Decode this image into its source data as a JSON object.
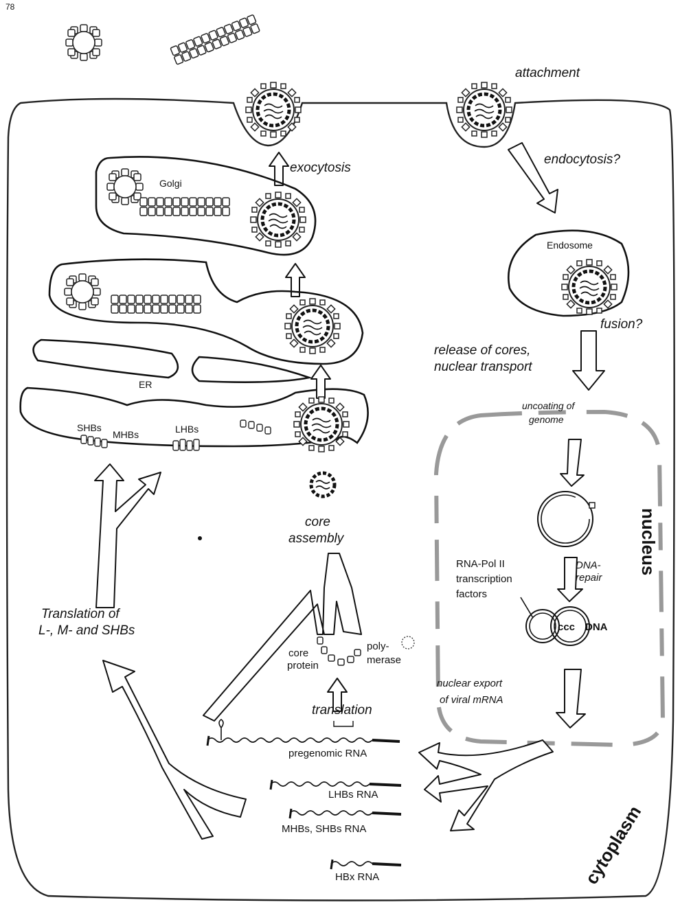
{
  "corner_mark": "78",
  "labels": {
    "attachment": "attachment",
    "exocytosis": "exocytosis",
    "endocytosis": "endocytosis?",
    "golgi": "Golgi",
    "endosome": "Endosome",
    "fusion": "fusion?",
    "release_1": "release of cores,",
    "release_2": "nuclear transport",
    "er": "ER",
    "uncoating_1": "uncoating of",
    "uncoating_2": "genome",
    "shbs": "SHBs",
    "mhbs": "MHBs",
    "lhbs": "LHBs",
    "nucleus": "nucleus",
    "core_assembly_1": "core",
    "core_assembly_2": "assembly",
    "rnapol_1": "RNA-Pol II",
    "rnapol_2": "transcription",
    "rnapol_3": "factors",
    "dna_repair_1": "DNA-",
    "dna_repair_2": "repair",
    "ccc": "ccc",
    "dna": "DNA",
    "translation_of_1": "Translation of",
    "translation_of_2": "L-, M- and SHBs",
    "core_protein_1": "core",
    "core_protein_2": "protein",
    "polymerase_1": "poly-",
    "polymerase_2": "merase",
    "nuclear_export_1": "nuclear export",
    "nuclear_export_2": "of viral mRNA",
    "translation": "translation",
    "pregenomic_rna": "pregenomic RNA",
    "lhbs_rna": "LHBs RNA",
    "mhbs_shbs_rna": "MHBs, SHBs RNA",
    "hbx_rna": "HBx RNA",
    "cytoplasm": "cytoplasm"
  }
}
